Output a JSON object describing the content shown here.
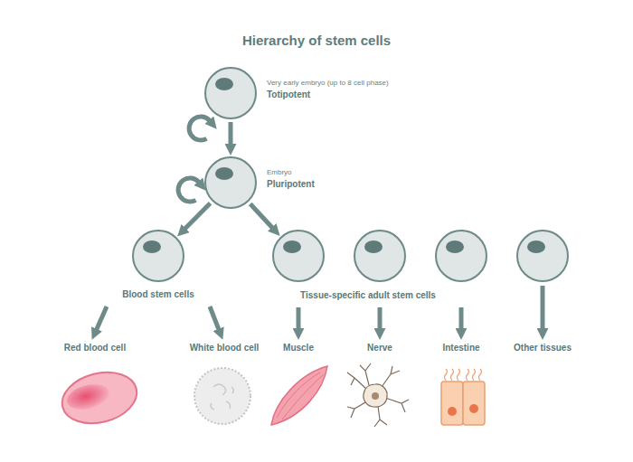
{
  "diagram": {
    "title": "Hierarchy of stem cells",
    "nodes": [
      {
        "text": [
          "Very early embryo (up to 8 cell phase)",
          "Totipotent"
        ]
      },
      {
        "text": [
          "Embryo",
          "Pluripotent"
        ]
      },
      {
        "text": [
          "Blood stem cells"
        ]
      },
      {
        "text": []
      },
      {
        "text": []
      },
      {
        "text": []
      },
      {
        "text": []
      },
      {
        "text": [
          "Red blood cell"
        ]
      },
      {
        "text": [
          "White blood cell"
        ]
      },
      {
        "text": [
          "Muscle"
        ]
      },
      {
        "text": [
          "Nerve"
        ]
      },
      {
        "text": [
          "Intestine"
        ]
      },
      {
        "text": [
          "Other tissues"
        ]
      }
    ],
    "edges": [
      {
        "from": 0,
        "to": 0,
        "arrow": "to"
      },
      {
        "from": 1,
        "to": 1,
        "arrow": "to"
      },
      {
        "from": 0,
        "to": 1,
        "arrow": "to"
      },
      {
        "from": 1,
        "to": 2,
        "arrow": "to"
      },
      {
        "from": 1,
        "to": 3,
        "arrow": "to"
      },
      {
        "from": 2,
        "to": 7,
        "arrow": "to"
      },
      {
        "from": 2,
        "to": 8,
        "arrow": "to"
      },
      {
        "from": 3,
        "to": 9,
        "arrow": "to"
      },
      {
        "from": 4,
        "to": 10,
        "arrow": "to"
      },
      {
        "from": 5,
        "to": 11,
        "arrow": "to"
      },
      {
        "from": 6,
        "to": 12,
        "arrow": "to"
      }
    ],
    "labels": [
      "Tissue-specific adult stem cells"
    ]
  }
}
